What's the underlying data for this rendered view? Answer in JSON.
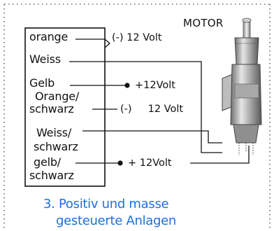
{
  "motor": {
    "label": "MOTOR"
  },
  "wires": [
    {
      "label": "orange",
      "voltage": "(-) 12 Volt"
    },
    {
      "label": "Weiss",
      "voltage": ""
    },
    {
      "label": "Gelb",
      "voltage": "+12Volt"
    },
    {
      "label": "Orange/",
      "label2": "schwarz",
      "voltage": "(-)     12 Volt"
    },
    {
      "label": "Weiss/",
      "label2": "schwarz",
      "voltage": ""
    },
    {
      "label": "gelb/",
      "label2": "schwarz",
      "voltage": "+ 12Volt"
    }
  ],
  "caption": {
    "line1": "3. Positiv und masse",
    "line2": "gesteuerte Anlagen"
  },
  "colors": {
    "line": "#111111",
    "caption": "#1f6fe0",
    "border_dots": "#666666",
    "motor_body_light": "#d8d8d8",
    "motor_body_dark": "#7a7a7a"
  }
}
